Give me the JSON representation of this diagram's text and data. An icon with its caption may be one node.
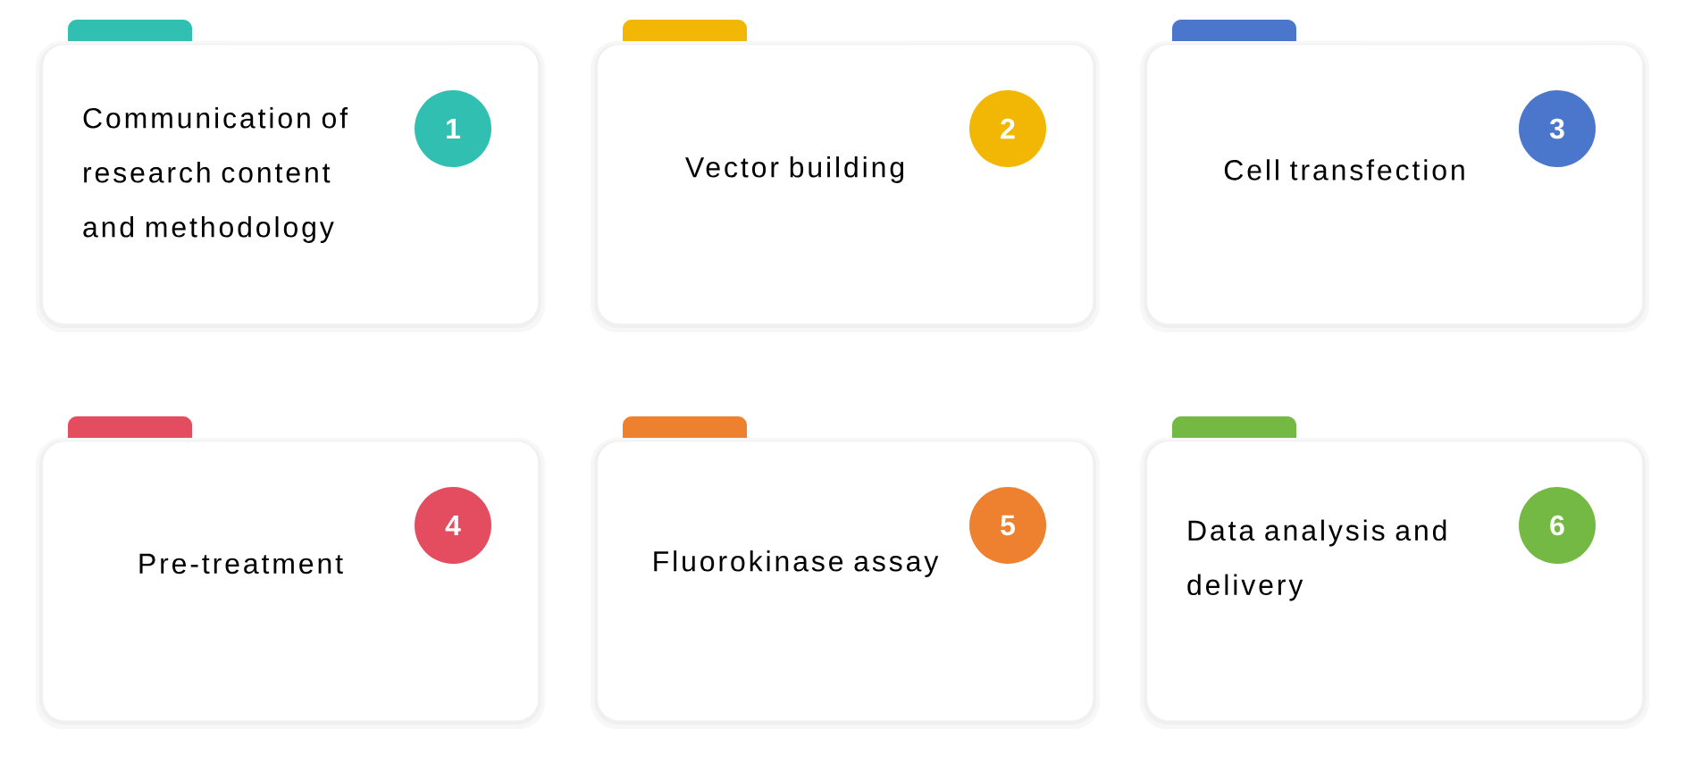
{
  "diagram": {
    "nodes": [
      {
        "text": [
          "Communication of research content and methodology"
        ]
      },
      {
        "text": [
          "1"
        ],
        "in": 0
      },
      {
        "text": [
          "Vector building"
        ]
      },
      {
        "text": [
          "2"
        ],
        "in": 2
      },
      {
        "text": [
          "Cell transfection"
        ]
      },
      {
        "text": [
          "3"
        ],
        "in": 4
      },
      {
        "text": [
          "Pre-treatment"
        ]
      },
      {
        "text": [
          "4"
        ],
        "in": 6
      },
      {
        "text": [
          "Fluorokinase assay"
        ]
      },
      {
        "text": [
          "5"
        ],
        "in": 8
      },
      {
        "text": [
          "Data analysis and delivery"
        ]
      },
      {
        "text": [
          "6"
        ],
        "in": 10
      }
    ]
  }
}
